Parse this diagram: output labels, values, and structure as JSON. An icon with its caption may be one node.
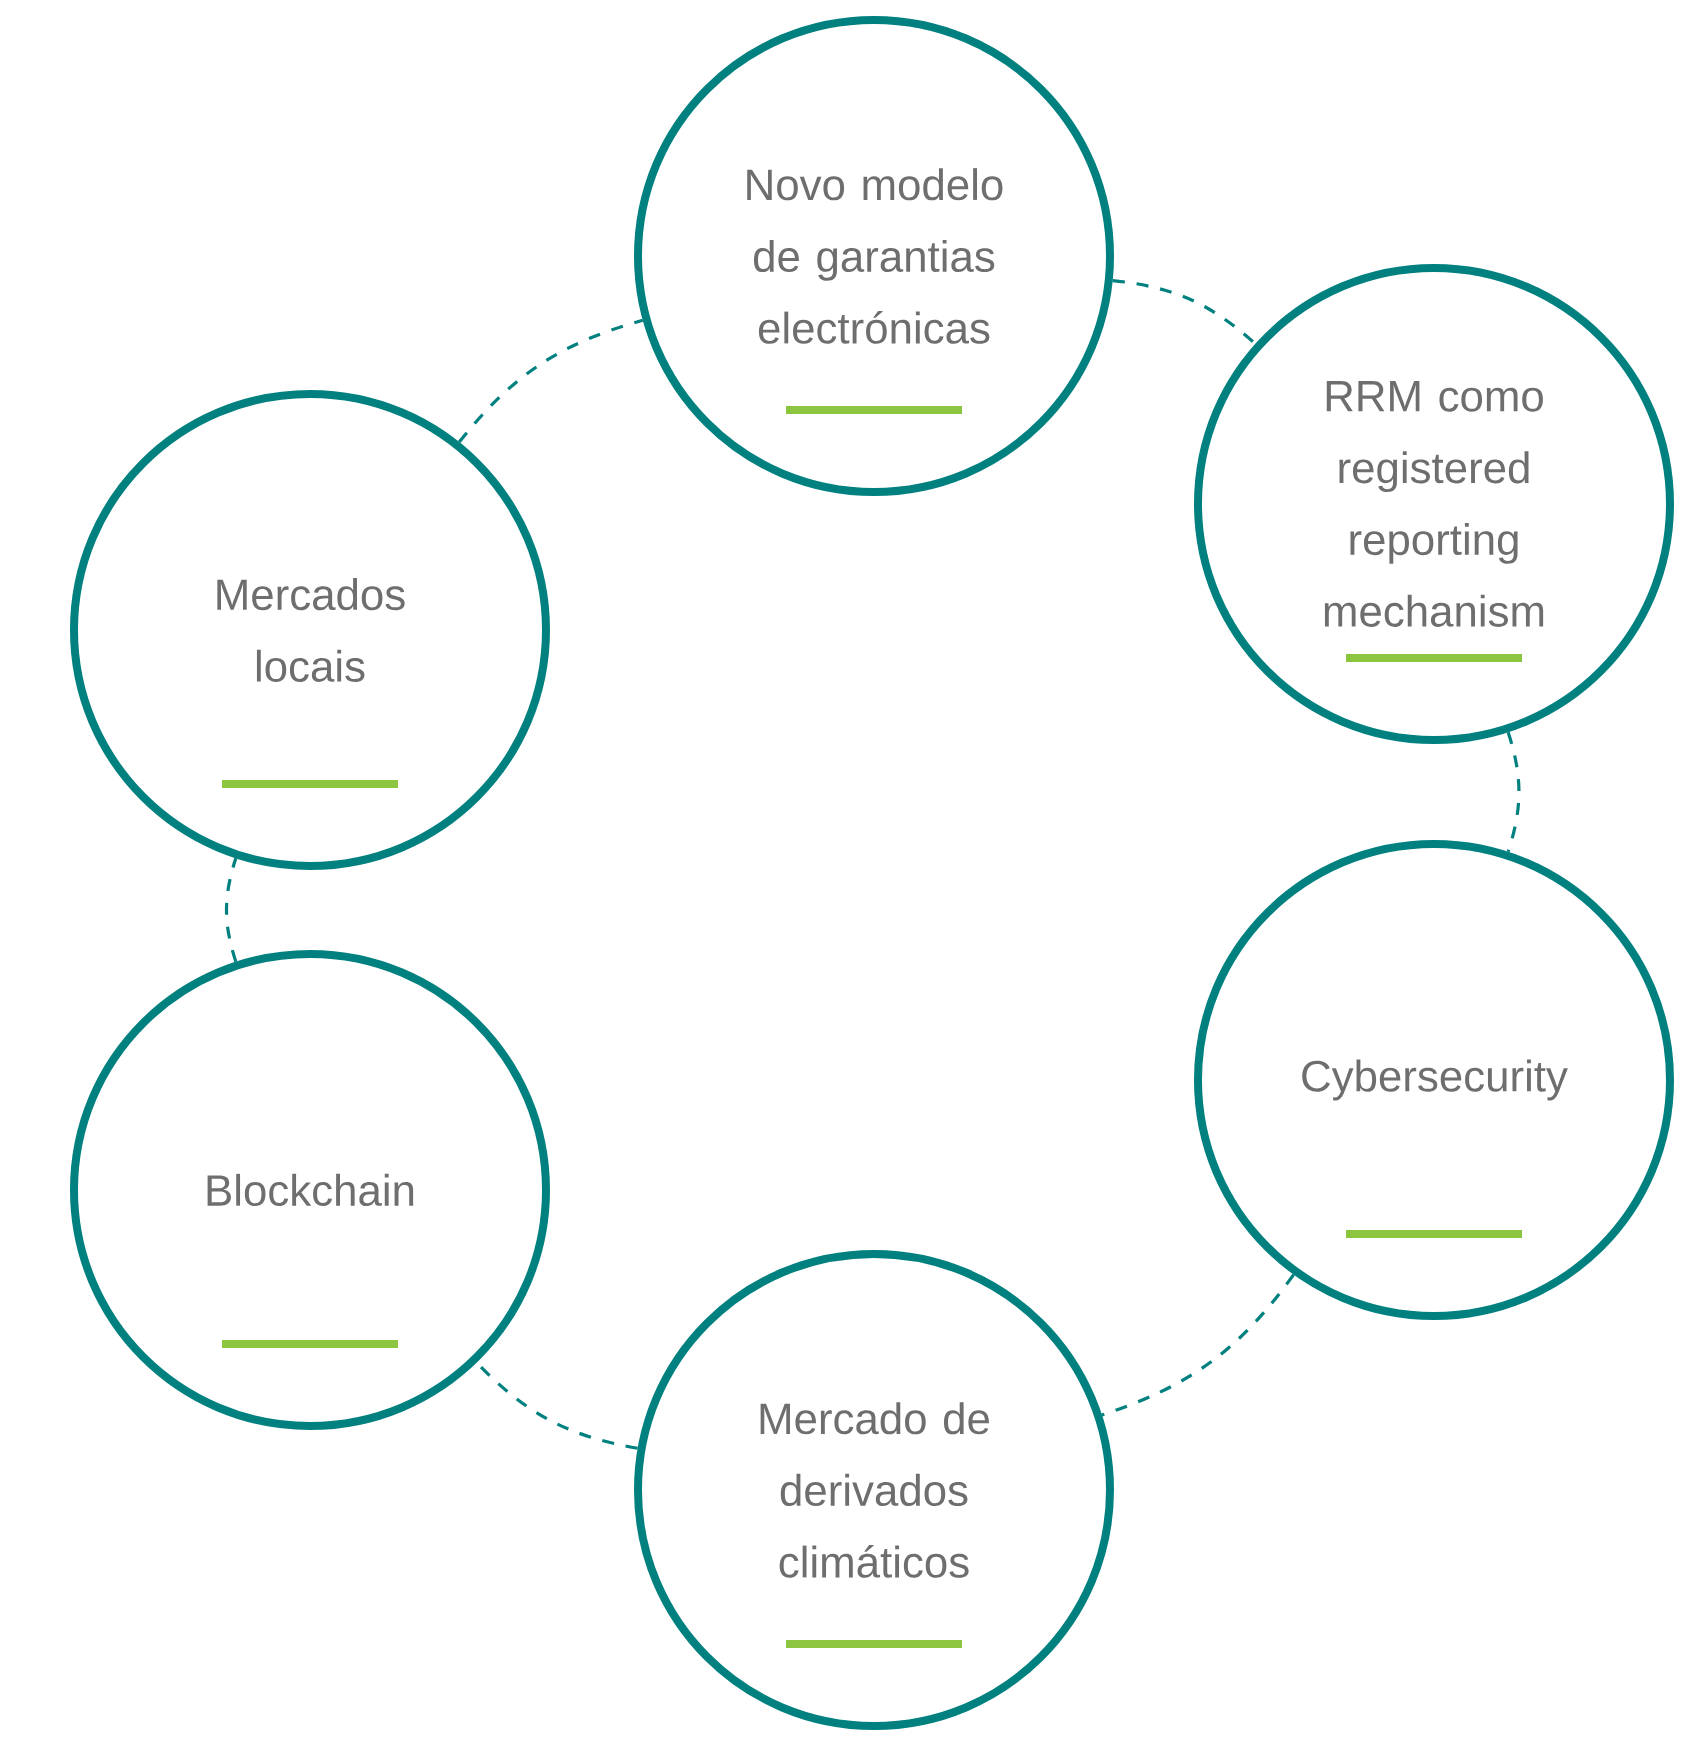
{
  "diagram": {
    "nodes": [
      {
        "text": [
          "Novo modelo de garantias electrónicas"
        ]
      },
      {
        "text": [
          "RRM como registered reporting mechanism"
        ]
      },
      {
        "text": [
          "Cybersecurity"
        ]
      },
      {
        "text": [
          "Mercado de derivados climáticos"
        ]
      },
      {
        "text": [
          "Blockchain"
        ]
      },
      {
        "text": [
          "Mercados locais"
        ]
      }
    ],
    "edges": [
      {
        "from": 0,
        "to": 1,
        "arrow": "none",
        "style": "dashed"
      },
      {
        "from": 1,
        "to": 2,
        "arrow": "none",
        "style": "dashed"
      },
      {
        "from": 2,
        "to": 3,
        "arrow": "none",
        "style": "dashed"
      },
      {
        "from": 3,
        "to": 4,
        "arrow": "none",
        "style": "dashed"
      },
      {
        "from": 4,
        "to": 5,
        "arrow": "none",
        "style": "dashed"
      },
      {
        "from": 5,
        "to": 0,
        "arrow": "none",
        "style": "dashed"
      }
    ]
  }
}
